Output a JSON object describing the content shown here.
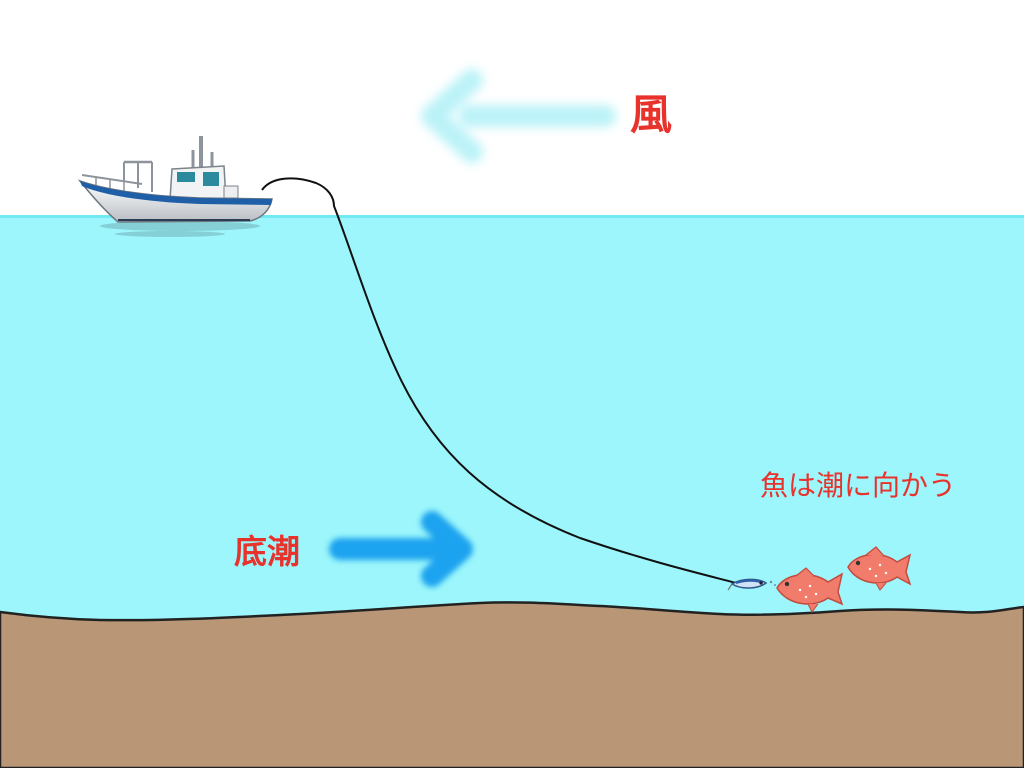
{
  "labels": {
    "wind": "風",
    "bottom_current": "底潮",
    "fish_direction": "魚は潮に向かう"
  },
  "colors": {
    "sky": "#ffffff",
    "water": "#9cf6fb",
    "water_surface": "#6fe9f2",
    "seabed": "#b89676",
    "wind_arrow": "#b7f2f8",
    "current_arrow": "#1aa3ef",
    "label_red": "#e8322c",
    "fish": "#f17c6c"
  }
}
